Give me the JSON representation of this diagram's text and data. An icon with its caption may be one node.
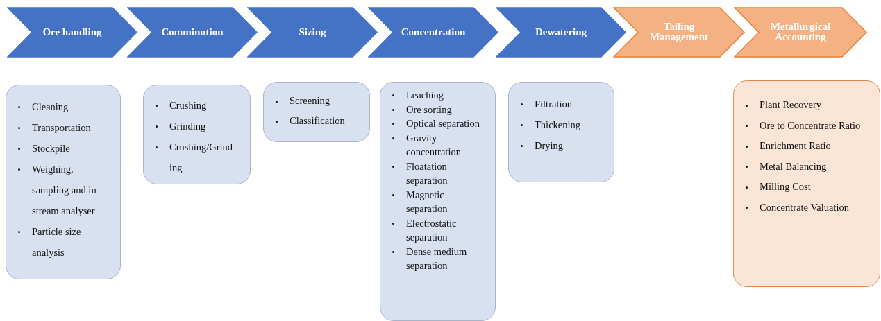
{
  "diagram": {
    "nodes": [
      {
        "text": [
          "Ore handling"
        ]
      },
      {
        "text": [
          "Comminution"
        ]
      },
      {
        "text": [
          "Sizing"
        ]
      },
      {
        "text": [
          "Concentration"
        ]
      },
      {
        "text": [
          "Dewatering"
        ]
      },
      {
        "text": [
          "Tailing Management"
        ]
      },
      {
        "text": [
          "Metallurgical Accounting"
        ]
      },
      {
        "text": [
          "Cleaning",
          "Transportation",
          "Stockpile",
          "Weighing, sampling and in stream analyser",
          "Particle size analysis"
        ]
      },
      {
        "text": [
          "Crushing",
          "Grinding",
          "Crushing/Grinding"
        ]
      },
      {
        "text": [
          "Screening",
          "Classification"
        ]
      },
      {
        "text": [
          "Leaching",
          "Ore sorting",
          "Optical separation",
          "Gravity concentration",
          "Floatation separation",
          "Magnetic separation",
          "Electrostatic separation",
          "Dense medium separation"
        ]
      },
      {
        "text": [
          "Filtration",
          "Thickening",
          "Drying"
        ]
      },
      {
        "text": [
          "Plant Recovery",
          "Ore to Concentrate Ratio",
          "Enrichment Ratio",
          "Metal Balancing",
          "Milling Cost",
          "Concentrate Valuation"
        ]
      }
    ]
  }
}
